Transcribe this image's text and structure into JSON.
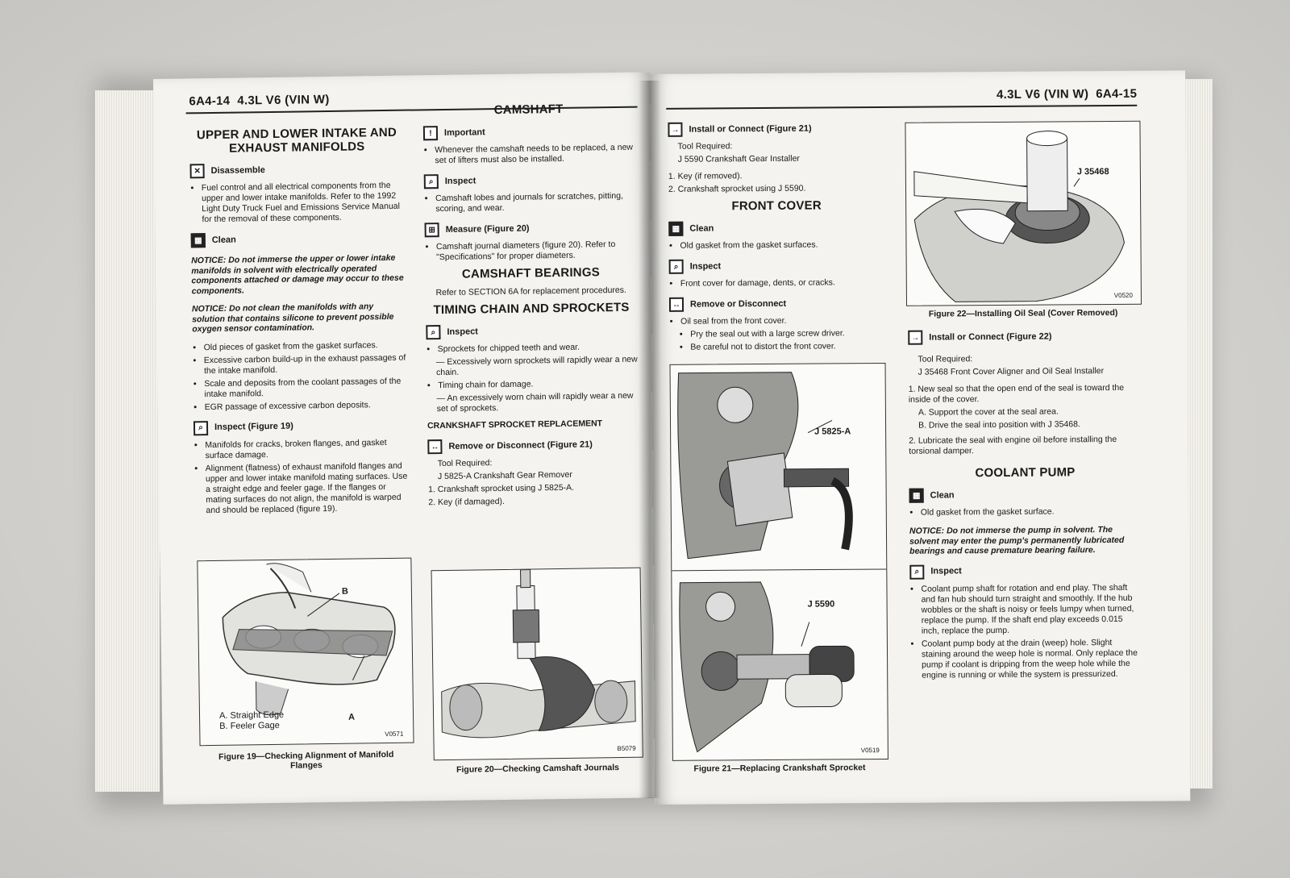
{
  "left_page": {
    "page_number": "6A4-14",
    "engine": "4.3L V6 (VIN W)",
    "col1": {
      "title": "UPPER AND LOWER INTAKE AND EXHAUST MANIFOLDS",
      "disassemble_label": "Disassemble",
      "disassemble_item": "Fuel control and all electrical components from the upper and lower intake manifolds. Refer to the 1992 Light Duty Truck Fuel and Emissions Service Manual for the removal of these components.",
      "clean_label": "Clean",
      "notice1": "NOTICE: Do not immerse the upper or lower intake manifolds in solvent with electrically operated components attached or damage may occur to these components.",
      "notice2": "NOTICE: Do not clean the manifolds with any solution that contains silicone to prevent possible oxygen sensor contamination.",
      "clean_items": [
        "Old pieces of gasket from the gasket surfaces.",
        "Excessive carbon build-up in the exhaust passages of the intake manifold.",
        "Scale and deposits from the coolant passages of the intake manifold.",
        "EGR passage of excessive carbon deposits."
      ],
      "inspect_label": "Inspect (Figure 19)",
      "inspect_items": [
        "Manifolds for cracks, broken flanges, and gasket surface damage.",
        "Alignment (flatness) of exhaust manifold flanges and upper and lower intake manifold mating surfaces. Use a straight edge and feeler gage. If the flanges or mating surfaces do not align, the manifold is warped and should be replaced (figure 19)."
      ],
      "figure": {
        "callout_b": "B",
        "callout_a": "A",
        "legend_a": "A. Straight Edge",
        "legend_b": "B. Feeler Gage",
        "code": "V0571",
        "caption": "Figure 19—Checking Alignment of Manifold Flanges"
      }
    },
    "col2": {
      "camshaft_title": "CAMSHAFT",
      "important_label": "Important",
      "important_item": "Whenever the camshaft needs to be replaced, a new set of lifters must also be installed.",
      "inspect_label": "Inspect",
      "inspect_item": "Camshaft lobes and journals for scratches, pitting, scoring, and wear.",
      "measure_label": "Measure (Figure 20)",
      "measure_item": "Camshaft journal diameters (figure 20). Refer to \"Specifications\" for proper diameters.",
      "bearings_title": "CAMSHAFT BEARINGS",
      "bearings_text": "Refer to SECTION 6A for replacement procedures.",
      "timing_title": "TIMING CHAIN AND SPROCKETS",
      "timing_inspect_label": "Inspect",
      "timing_item1": "Sprockets for chipped teeth and wear.",
      "timing_sub1": "— Excessively worn sprockets will rapidly wear a new chain.",
      "timing_item2": "Timing chain for damage.",
      "timing_sub2": "— An excessively worn chain will rapidly wear a new set of sprockets.",
      "crank_heading": "CRANKSHAFT SPROCKET REPLACEMENT",
      "remove_label": "Remove or Disconnect (Figure 21)",
      "tool_required": "Tool Required:",
      "tool": "J 5825-A Crankshaft Gear Remover",
      "steps": [
        "1. Crankshaft sprocket using J 5825-A.",
        "2. Key (if damaged)."
      ],
      "figure": {
        "code": "B5079",
        "caption": "Figure 20—Checking Camshaft Journals"
      }
    }
  },
  "right_page": {
    "page_number": "6A4-15",
    "engine": "4.3L V6 (VIN W)",
    "col1": {
      "install_label": "Install or Connect (Figure 21)",
      "tool_required": "Tool Required:",
      "tool": "J 5590 Crankshaft Gear Installer",
      "steps": [
        "1. Key (if removed).",
        "2. Crankshaft sprocket using J 5590."
      ],
      "front_cover_title": "FRONT COVER",
      "clean_label": "Clean",
      "clean_item": "Old gasket from the gasket surfaces.",
      "inspect_label": "Inspect",
      "inspect_item": "Front cover for damage, dents, or cracks.",
      "remove_label": "Remove or Disconnect",
      "remove_item": "Oil seal from the front cover.",
      "remove_subs": [
        "Pry the seal out with a large screw driver.",
        "Be careful not to distort the front cover."
      ],
      "figure": {
        "callout_top": "J 5825-A",
        "callout_bottom": "J 5590",
        "code": "V0519",
        "caption": "Figure 21—Replacing Crankshaft Sprocket"
      }
    },
    "col2": {
      "figure": {
        "callout": "J 35468",
        "code": "V0520",
        "caption": "Figure 22—Installing Oil Seal (Cover Removed)"
      },
      "install_label": "Install or Connect (Figure 22)",
      "tool_required": "Tool Required:",
      "tool": "J 35468 Front Cover Aligner and Oil Seal Installer",
      "step1": "1. New seal so that the open end of the seal is toward the inside of the cover.",
      "step1a": "A. Support the cover at the seal area.",
      "step1b": "B. Drive the seal into position with J 35468.",
      "step2": "2. Lubricate the seal with engine oil before installing the torsional damper.",
      "coolant_title": "COOLANT PUMP",
      "clean_label": "Clean",
      "clean_item": "Old gasket from the gasket surface.",
      "notice": "NOTICE: Do not immerse the pump in solvent. The solvent may enter the pump's permanently lubricated bearings and cause premature bearing failure.",
      "inspect_label": "Inspect",
      "inspect_items": [
        "Coolant pump shaft for rotation and end play. The shaft and fan hub should turn straight and smoothly. If the hub wobbles or the shaft is noisy or feels lumpy when turned, replace the pump. If the shaft end play exceeds 0.015 inch, replace the pump.",
        "Coolant pump body at the drain (weep) hole. Slight staining around the weep hole is normal. Only replace the pump if coolant is dripping from the weep hole while the engine is running or while the system is pressurized."
      ]
    }
  }
}
